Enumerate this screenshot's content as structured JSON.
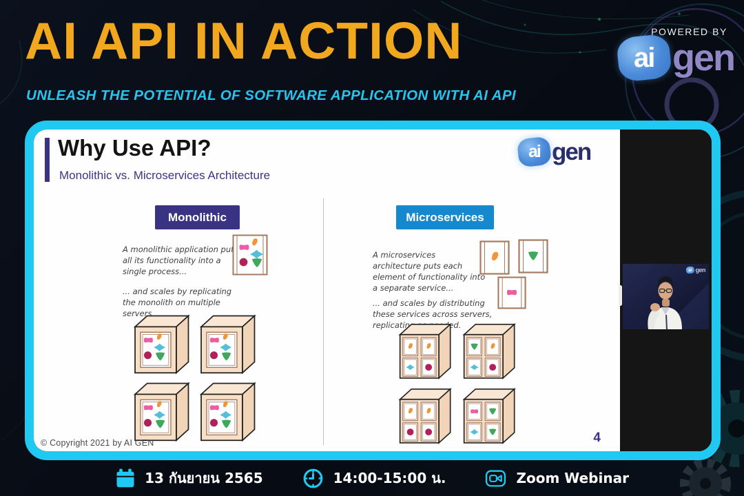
{
  "header": {
    "title": "AI API IN ACTION",
    "subtitle": "UNLEASH THE POTENTIAL OF SOFTWARE APPLICATION WITH AI API",
    "powered_by": "POWERED BY",
    "logo_ai": "ai",
    "logo_gen": "gen"
  },
  "slide": {
    "title": "Why Use API?",
    "subtitle": "Monolithic vs. Microservices Architecture",
    "logo_ai": "ai",
    "logo_gen": "gen",
    "monolithic": {
      "label": "Monolithic",
      "description1": "A monolithic application puts all its functionality into a single process...",
      "description2": "... and scales by replicating the monolith on multiple servers"
    },
    "microservices": {
      "label": "Microservices",
      "description1": "A microservices architecture puts each element of functionality into a separate service...",
      "description2": "... and scales by distributing these services across servers, replicating as needed."
    },
    "copyright": "© Copyright 2021 by AI GEN",
    "page_number": "4"
  },
  "speaker_panel": {
    "watermark_ai": "ai",
    "watermark_gen": "gen"
  },
  "footer": {
    "items": [
      {
        "icon": "calendar-icon",
        "label": "13 กันยายน 2565"
      },
      {
        "icon": "clock-icon",
        "label": "14:00-15:00 น."
      },
      {
        "icon": "video-camera-icon",
        "label": "Zoom Webinar"
      }
    ]
  },
  "colors": {
    "accent_cyan": "#1FC9F1",
    "title_gold": "#F1A71E",
    "subtitle_cyan": "#29C4EE",
    "indigo": "#3A3282",
    "microservices_blue": "#1689CE"
  },
  "illustrations": {
    "monolith_shapes": [
      "bowtie-pink",
      "blob-orange",
      "diamond-teal",
      "circle-maroon",
      "triangle-green"
    ],
    "monolith_server_count": 4,
    "micro_single_boxes": [
      "blob-orange",
      "triangle-green",
      "bowtie-pink"
    ],
    "micro_servers": [
      [
        "blob-orange",
        "blob-orange",
        "diamond-teal",
        "circle-maroon"
      ],
      [
        "triangle-green",
        "blob-orange",
        "diamond-teal",
        "circle-maroon"
      ],
      [
        "blob-orange",
        "blob-orange",
        "circle-maroon",
        "circle-maroon"
      ],
      [
        "bowtie-pink",
        "triangle-green",
        "diamond-teal",
        "triangle-green"
      ]
    ]
  }
}
